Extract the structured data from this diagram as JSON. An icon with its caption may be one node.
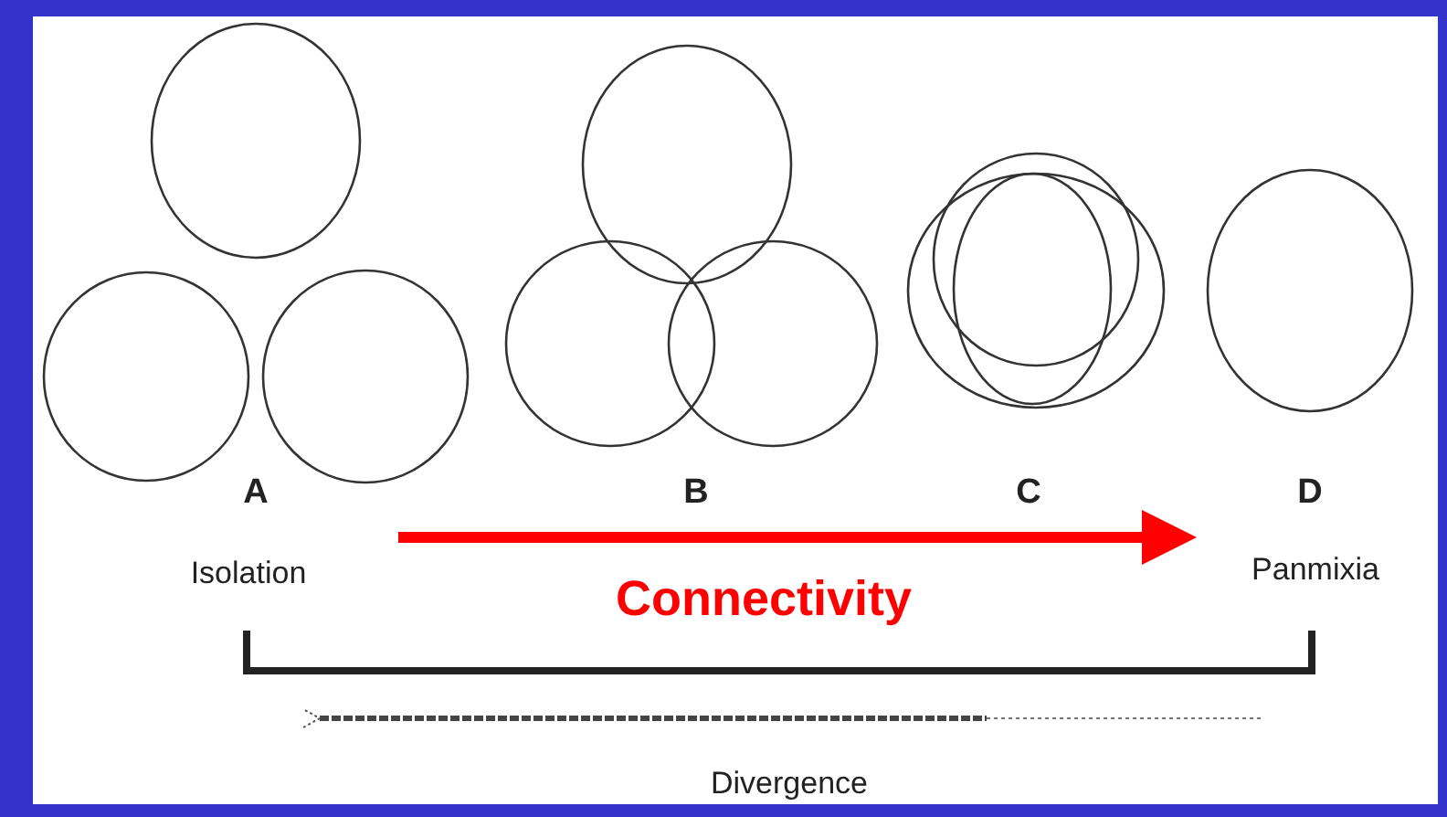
{
  "diagram": {
    "labels": [
      "A",
      "B",
      "C",
      "D",
      "Isolation",
      "Connectivity",
      "Panmixia",
      "Divergence"
    ]
  }
}
